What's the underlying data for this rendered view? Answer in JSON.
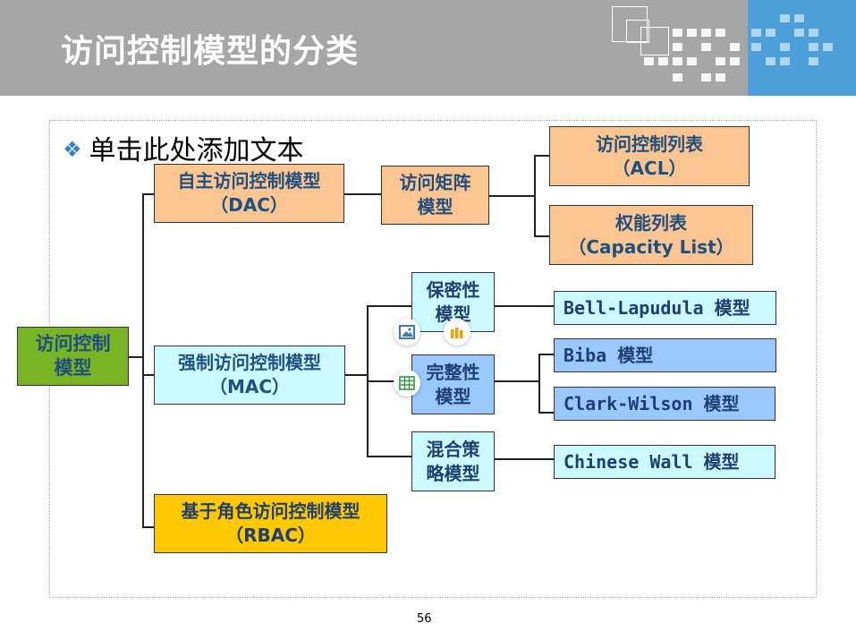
{
  "slide": {
    "title": "访问控制模型的分类",
    "bullet": "单击此处添加文本",
    "page_number": "56"
  },
  "nodes": {
    "root": {
      "line1": "访问控制",
      "line2": "模型"
    },
    "dac": {
      "line1": "自主访问控制模型",
      "line2": "（DAC）"
    },
    "mac": {
      "line1": "强制访问控制模型",
      "line2": "（MAC）"
    },
    "rbac": {
      "line1": "基于角色访问控制模型",
      "line2": "（RBAC）"
    },
    "matrix": {
      "line1": "访问矩阵",
      "line2": "模型"
    },
    "acl": {
      "line1": "访问控制列表",
      "line2": "（ACL）"
    },
    "capability": {
      "line1": "权能列表",
      "line2": "（Capacity List）"
    },
    "confidentiality": {
      "line1": "保密性",
      "line2": "模型"
    },
    "integrity": {
      "line1": "完整性",
      "line2": "模型"
    },
    "hybrid": {
      "line1": "混合策",
      "line2": "略模型"
    },
    "blp": {
      "label": "Bell-Lapudula 模型"
    },
    "biba": {
      "label": "Biba 模型"
    },
    "clark": {
      "label": "Clark-Wilson 模型"
    },
    "chinese": {
      "label": "Chinese Wall 模型"
    }
  },
  "colors": {
    "header_gray": "#a6a6a6",
    "header_blue": "#4d9fd9",
    "orange": "#fac590",
    "green": "#78b424",
    "cyan": "#ccf8ff",
    "yellow": "#ffc800",
    "blue": "#99c8ff"
  },
  "icons": [
    "image-icon",
    "bar-chart-icon",
    "table-icon"
  ]
}
